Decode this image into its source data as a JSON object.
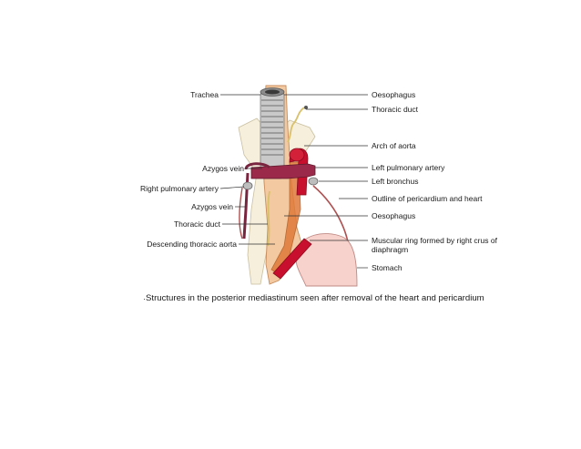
{
  "labels_left": [
    {
      "id": "trachea",
      "text": "Trachea"
    },
    {
      "id": "azygos-vein-1",
      "text": "Azygos vein"
    },
    {
      "id": "right-pulmonary-artery",
      "text": "Right pulmonary artery"
    },
    {
      "id": "azygos-vein-2",
      "text": "Azygos vein"
    },
    {
      "id": "thoracic-duct-left",
      "text": "Thoracic duct"
    },
    {
      "id": "descending-thoracic-aorta",
      "text": "Descending thoracic aorta"
    }
  ],
  "labels_right": [
    {
      "id": "oesophagus-top",
      "text": "Oesophagus"
    },
    {
      "id": "thoracic-duct-right",
      "text": "Thoracic duct"
    },
    {
      "id": "arch-of-aorta",
      "text": "Arch of aorta"
    },
    {
      "id": "left-pulmonary-artery",
      "text": "Left pulmonary artery"
    },
    {
      "id": "left-bronchus",
      "text": "Left bronchus"
    },
    {
      "id": "outline-pericardium-heart",
      "text": "Outline of pericardium and heart"
    },
    {
      "id": "oesophagus-mid",
      "text": "Oesophagus"
    },
    {
      "id": "muscular-ring",
      "text": "Muscular ring formed by right crus of diaphragm"
    },
    {
      "id": "stomach",
      "text": "Stomach"
    }
  ],
  "caption": "Structures in the posterior mediastinum seen after removal of the heart and pericardium",
  "colors": {
    "oesophagus": "#f2c9a0",
    "trachea": "#b9b9b9",
    "aorta": "#c8102e",
    "pulmonary_artery": "#9b2a4a",
    "azygos": "#7a2540",
    "stomach": "#f7d2cc",
    "thoracic_duct": "#e8d27a",
    "pericardium_outline": "#b05050"
  }
}
